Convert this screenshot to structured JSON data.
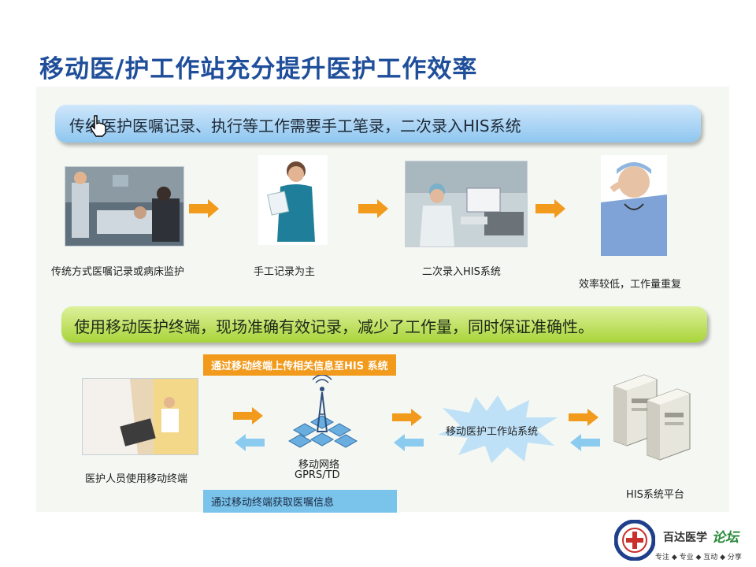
{
  "title": "移动医/护工作站充分提升医护工作效率",
  "top_banner": "传统医护医嘱记录、执行等工作需要手工笔录，二次录入HIS系统",
  "top_flow": [
    {
      "caption": "传统方式医嘱记录或病床监护"
    },
    {
      "caption": "手工记录为主"
    },
    {
      "caption": "二次录入HIS系统"
    },
    {
      "caption": "效率较低，工作量重复"
    }
  ],
  "bottom_banner": "使用移动医护终端，现场准确有效记录，减少了工作量，同时保证准确性。",
  "upload_label": "通过移动终端上传相关信息至HIS 系统",
  "download_label": "通过移动终端获取医嘱信息",
  "nodes": {
    "terminal": "医护人员使用移动终端",
    "network_line1": "移动网络",
    "network_line2": "GPRS/TD",
    "workstation": "移动医护工作站系统",
    "his": "HIS系统平台"
  },
  "logo": {
    "name": "百达医学",
    "forum": "论坛",
    "slogan": "专注 ◆ 专业 ◆ 互动 ◆ 分享"
  },
  "colors": {
    "title": "#1f4e9a",
    "arrow_orange": "#f19a1c",
    "arrow_blue": "#8ccbf0"
  }
}
